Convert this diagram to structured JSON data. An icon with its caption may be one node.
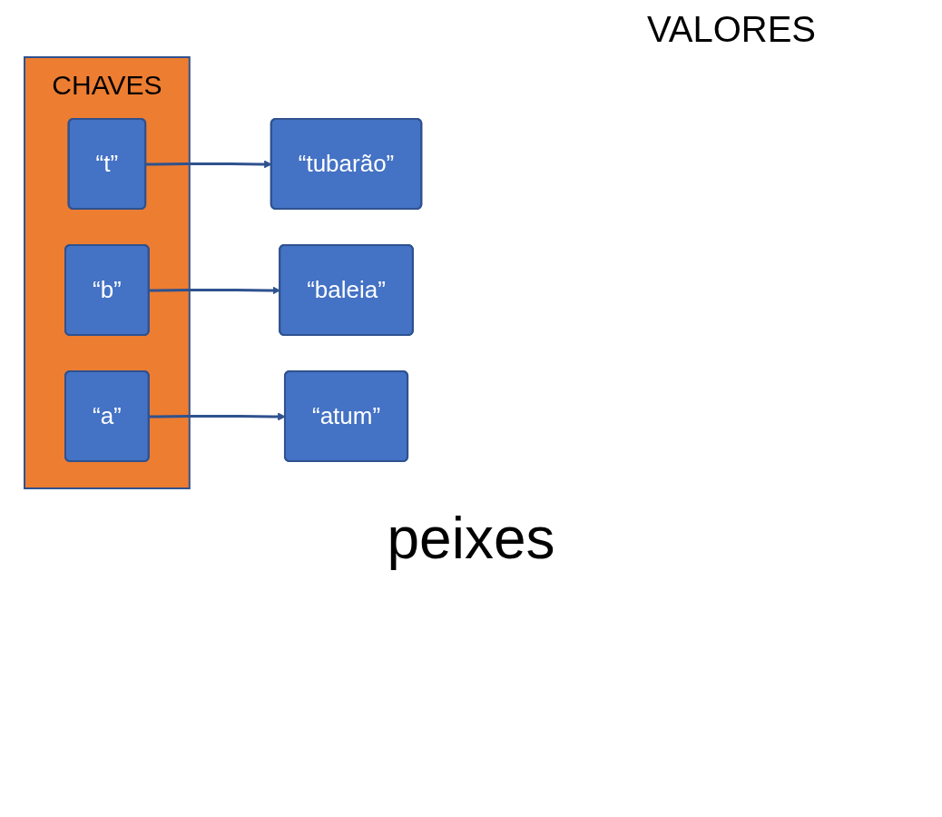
{
  "diagram": {
    "caption": "peixes",
    "nodes": [
      {
        "text": [
          "CHAVES"
        ]
      },
      {
        "text": [
          "“t”"
        ],
        "in": 0
      },
      {
        "text": [
          "“b”"
        ],
        "in": 0
      },
      {
        "text": [
          "“a”"
        ],
        "in": 0
      },
      {
        "text": [
          "“tubarão”"
        ]
      },
      {
        "text": [
          "“baleia”"
        ]
      },
      {
        "text": [
          "“atum”"
        ]
      }
    ],
    "edges": [
      {
        "from": 1,
        "to": 4,
        "arrow": "to"
      },
      {
        "from": 2,
        "to": 5,
        "arrow": "to"
      },
      {
        "from": 3,
        "to": 6,
        "arrow": "to"
      }
    ],
    "labels": [
      "VALORES"
    ]
  }
}
